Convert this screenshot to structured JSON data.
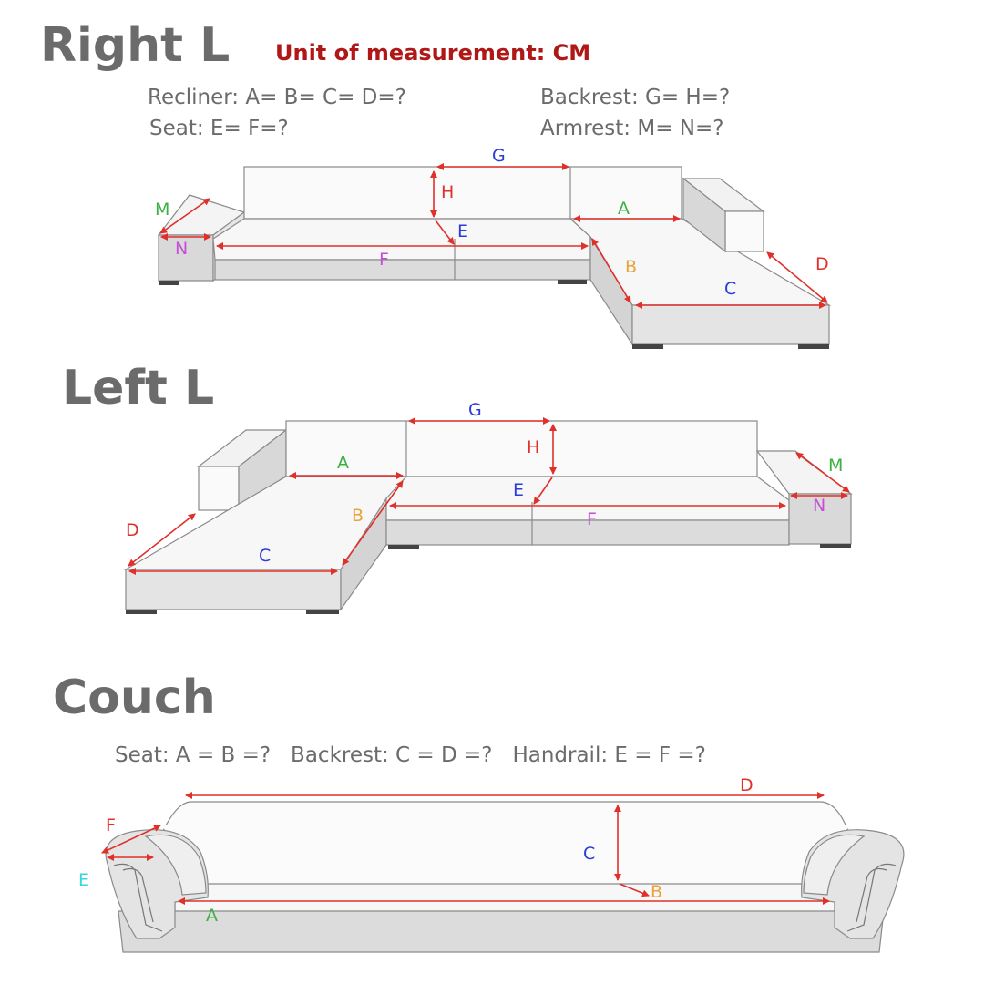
{
  "sections": {
    "right_l": {
      "title": "Right L",
      "unit": "Unit of measurement: CM",
      "recliner": "Recliner: A= B= C= D=?",
      "backrest": "Backrest: G= H=?",
      "seat": "Seat: E= F=?",
      "armrest": "Armrest: M= N=?"
    },
    "left_l": {
      "title": "Left L"
    },
    "couch": {
      "title": "Couch",
      "specs": "Seat: A = B =?   Backrest: C = D =?   Handrail: E = F =?"
    }
  },
  "labels": {
    "A": "A",
    "B": "B",
    "C": "C",
    "D": "D",
    "E": "E",
    "F": "F",
    "G": "G",
    "H": "H",
    "M": "M",
    "N": "N"
  },
  "colors": {
    "title": "#6b6b6b",
    "unit": "#b01818",
    "arrow": "#e0302a",
    "A": "#3cb043",
    "B": "#e8a43a",
    "C": "#2b3cd6",
    "D": "#e0302a",
    "E": "#2b3cd6",
    "F": "#c84dd6",
    "G": "#2b3cd6",
    "H": "#e0302a",
    "M": "#3cb043",
    "N": "#c84dd6",
    "couch_E": "#35d6e0",
    "couch_F": "#e0302a"
  }
}
